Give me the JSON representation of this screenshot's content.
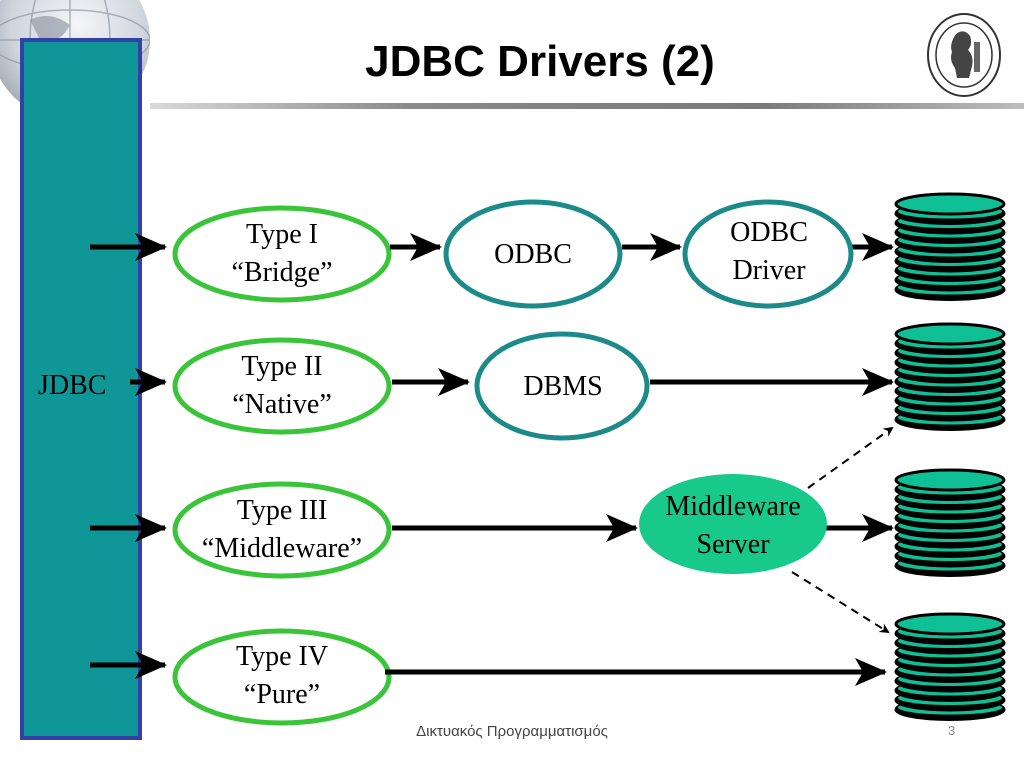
{
  "slide": {
    "title": "JDBC Drivers (2)",
    "footer": "Δικτυακός Προγραμματισμός",
    "page_number": "3"
  },
  "bar": {
    "label": "JDBC",
    "fill_color": "#0f9696",
    "border_color": "#3340a8"
  },
  "drivers": [
    {
      "line1": "Type I",
      "line2": "“Bridge”"
    },
    {
      "line1": "Type II",
      "line2": "“Native”"
    },
    {
      "line1": "Type III",
      "line2": "“Middleware”"
    },
    {
      "line1": "Type IV",
      "line2": "“Pure”"
    }
  ],
  "nodes": {
    "odbc": {
      "label": "ODBC"
    },
    "odbc_driver": {
      "line1": "ODBC",
      "line2": "Driver"
    },
    "dbms": {
      "label": "DBMS"
    },
    "middleware": {
      "line1": "Middleware",
      "line2": "Server"
    }
  },
  "colors": {
    "driver_outline": "#3ac43a",
    "node_outline": "#1d8a8a",
    "middleware_fill": "#17c98a",
    "database_disk": "#0fbf96"
  },
  "icons": {
    "globe": "globe-decoration-icon",
    "logo": "university-seal-icon",
    "database": "database-stack-icon"
  }
}
